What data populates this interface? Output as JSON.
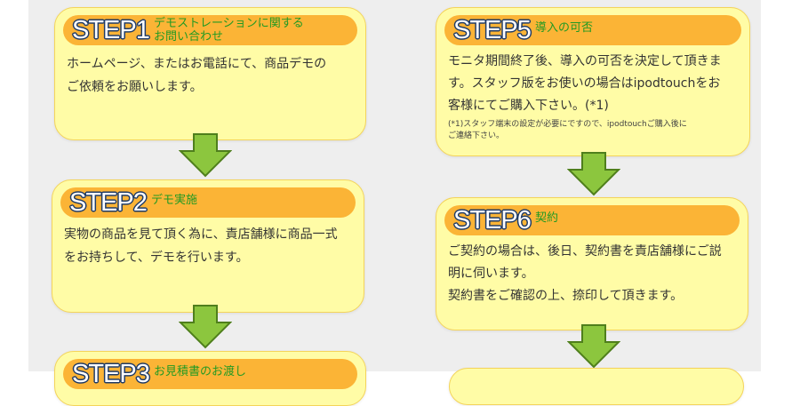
{
  "steps": [
    {
      "step": "STEP1",
      "title": "デモストレーションに関する\nお問い合わせ",
      "body": "ホームページ、またはお電話にて、商品デモの\nご依頼をお願いします。"
    },
    {
      "step": "STEP2",
      "title": "デモ実施",
      "body": "実物の商品を見て頂く為に、責店舗様に商品一式\nをお持ちして、デモを行います。"
    },
    {
      "step": "STEP3",
      "title": "お見積書のお渡し"
    },
    {
      "step": "STEP5",
      "title": "導入の可否",
      "body": "モニタ期間終了後、導入の可否を決定して頂きま\nす。スタッフ版をお使いの場合はipodtouchをお\n客様にてご購入下さい。(*1)",
      "note": "(*1)スタッフ端末の設定が必要にですので、ipodtouchご購入後に\nご連絡下さい。"
    },
    {
      "step": "STEP6",
      "title": "契約",
      "body": "ご契約の場合は、後日、契約書を責店舗様にご説\n明に伺います。\n契約書をご確認の上、捺印して頂きます。"
    }
  ],
  "colors": {
    "card_bg": "#fffca6",
    "bar": "#fbb436",
    "arrow": "#8cc63e",
    "title": "#239a23"
  }
}
